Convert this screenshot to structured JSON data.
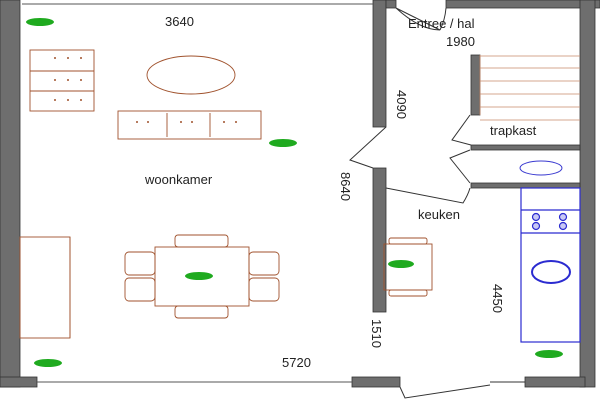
{
  "rooms": {
    "living": "woonkamer",
    "hall": "Entree / hal",
    "closet": "trapkast",
    "kitchen": "keuken"
  },
  "dimensions": {
    "living_top": "3640",
    "living_bottom": "5720",
    "living_depth": "8640",
    "hall_width": "1980",
    "hall_depth": "4090",
    "kitchen_depth": "4450",
    "kitchen_gap": "1510"
  },
  "colors": {
    "wall": "#6e6e6e",
    "furniture": "#a0522d",
    "kitchen": "#2b2bd0",
    "plant": "#1faa1f"
  }
}
